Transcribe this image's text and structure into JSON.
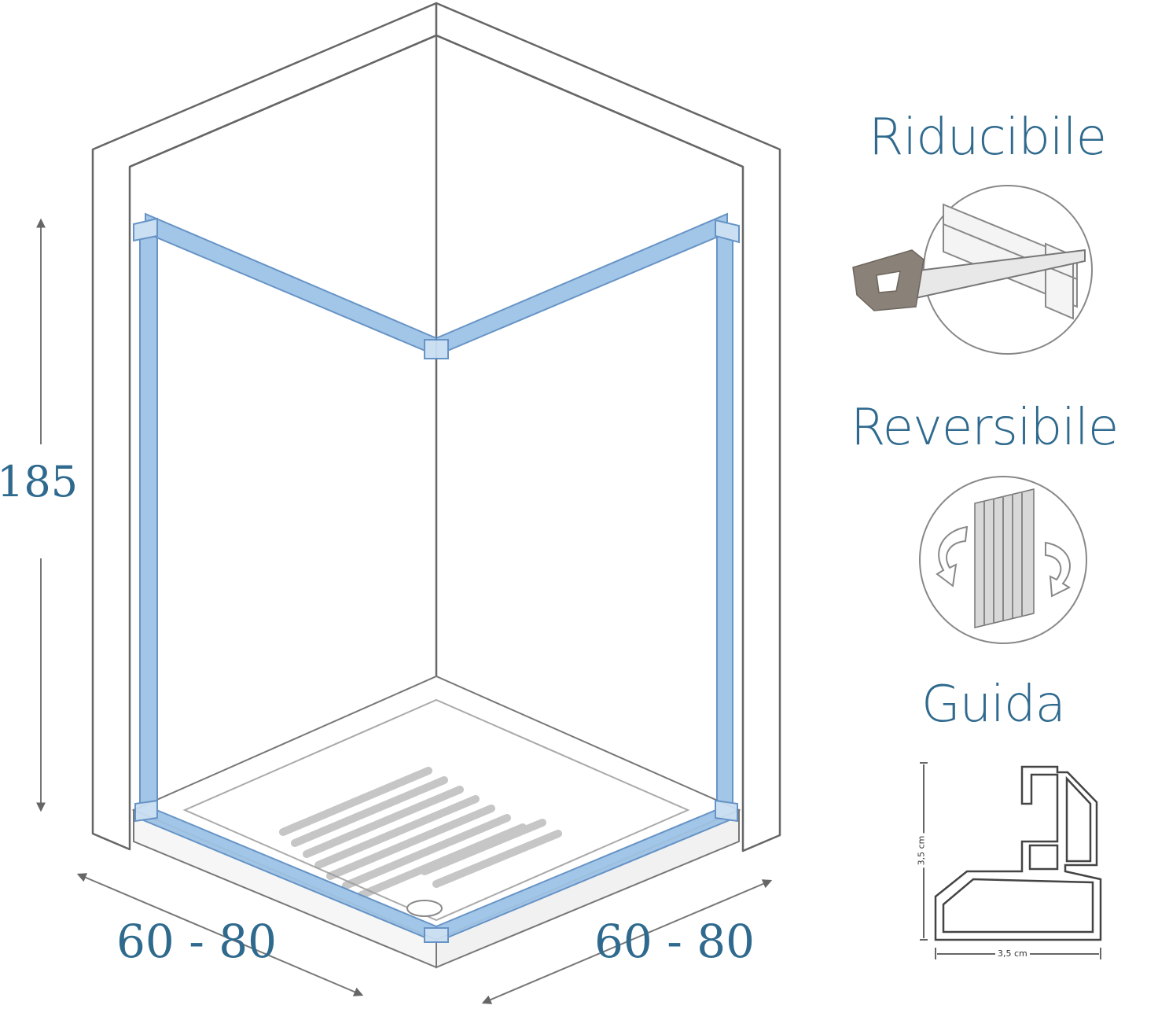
{
  "dimensions": {
    "height": "185",
    "width_left": "60 - 80",
    "width_right": "60 - 80"
  },
  "features": {
    "riducibile": "Riducibile",
    "reversibile": "Reversibile",
    "guida": "Guida"
  },
  "profile": {
    "height_label": "3,5 cm",
    "width_label": "3,5 cm"
  },
  "colors": {
    "frame": "#9ec3e6",
    "frame_edge": "#5f8fc4",
    "label": "#2f6a8e",
    "line": "#555555"
  }
}
